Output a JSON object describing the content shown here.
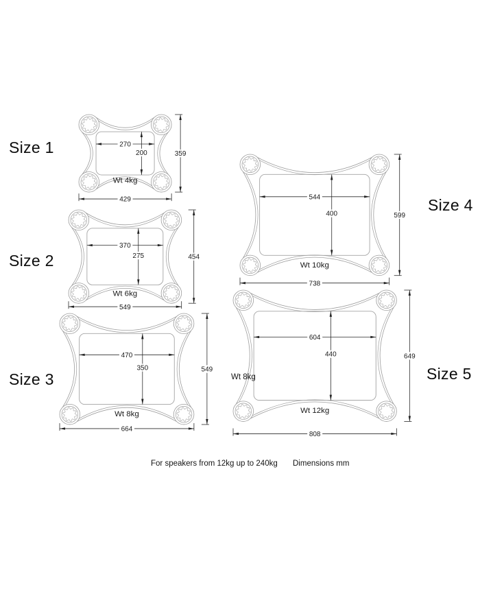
{
  "diagrams": [
    {
      "label": "Size 1",
      "weight_label": "Wt 4kg",
      "inner_width_mm": 270,
      "inner_height_mm": 200,
      "overall_width_mm": 429,
      "overall_height_mm": 359
    },
    {
      "label": "Size 2",
      "weight_label": "Wt 6kg",
      "inner_width_mm": 370,
      "inner_height_mm": 275,
      "overall_width_mm": 549,
      "overall_height_mm": 454
    },
    {
      "label": "Size 3",
      "weight_label": "Wt 8kg",
      "inner_width_mm": 470,
      "inner_height_mm": 350,
      "overall_width_mm": 664,
      "overall_height_mm": 549
    },
    {
      "label": "Size 4",
      "weight_label": "Wt 10kg",
      "inner_width_mm": 544,
      "inner_height_mm": 400,
      "overall_width_mm": 738,
      "overall_height_mm": 599
    },
    {
      "label": "Size 5",
      "weight_label": "Wt 12kg",
      "extra_weight_label": "Wt 8kg",
      "inner_width_mm": 604,
      "inner_height_mm": 440,
      "overall_width_mm": 808,
      "overall_height_mm": 649
    }
  ],
  "footer": {
    "speakers_note": "For speakers from 12kg up to 240kg",
    "units_note": "Dimensions mm"
  },
  "units": "mm",
  "colors": {
    "plate_line": "#9c9c9c",
    "dimension_line": "#2a2a2a",
    "text": "#1a1a1a",
    "background": "#ffffff"
  }
}
